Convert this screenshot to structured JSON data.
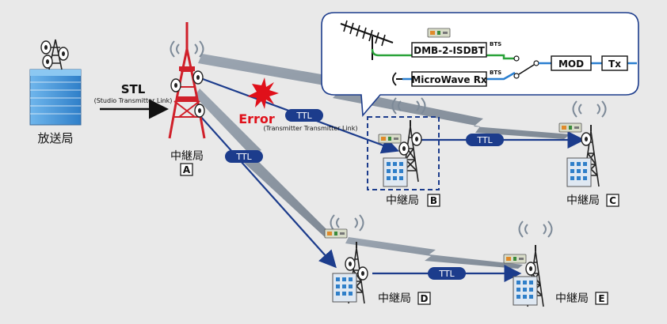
{
  "broadcaster": {
    "label": "放送局"
  },
  "stl": {
    "title": "STL",
    "subtitle": "(Studio Transmitter Link)"
  },
  "stations": {
    "a": {
      "label": "中継局",
      "letter": "A"
    },
    "b": {
      "label": "中継局",
      "letter": "B"
    },
    "c": {
      "label": "中継局",
      "letter": "C"
    },
    "d": {
      "label": "中継局",
      "letter": "D"
    },
    "e": {
      "label": "中継局",
      "letter": "E"
    }
  },
  "links": {
    "ttl_ab": "TTL",
    "ttl_ab_sub": "(Transmitter Transmitter Link)",
    "ttl_ad": "TTL",
    "ttl_bc": "TTL",
    "ttl_de": "TTL"
  },
  "error": {
    "label": "Error"
  },
  "callout": {
    "dmb_label": "DMB-2-ISDBT",
    "mw_label": "MicroWave Rx",
    "bts1": "BTS",
    "bts2": "BTS",
    "mod_label": "MOD",
    "tx_label": "Tx"
  },
  "colors": {
    "ttl_badge": "#1c3c8c",
    "link_line": "#1c3c8c",
    "tower_red": "#d0202a",
    "error_red": "#e0101a",
    "green_line": "#2aa33a",
    "blue_line": "#2a7fd0",
    "radio_wave": "#7d8a98"
  }
}
